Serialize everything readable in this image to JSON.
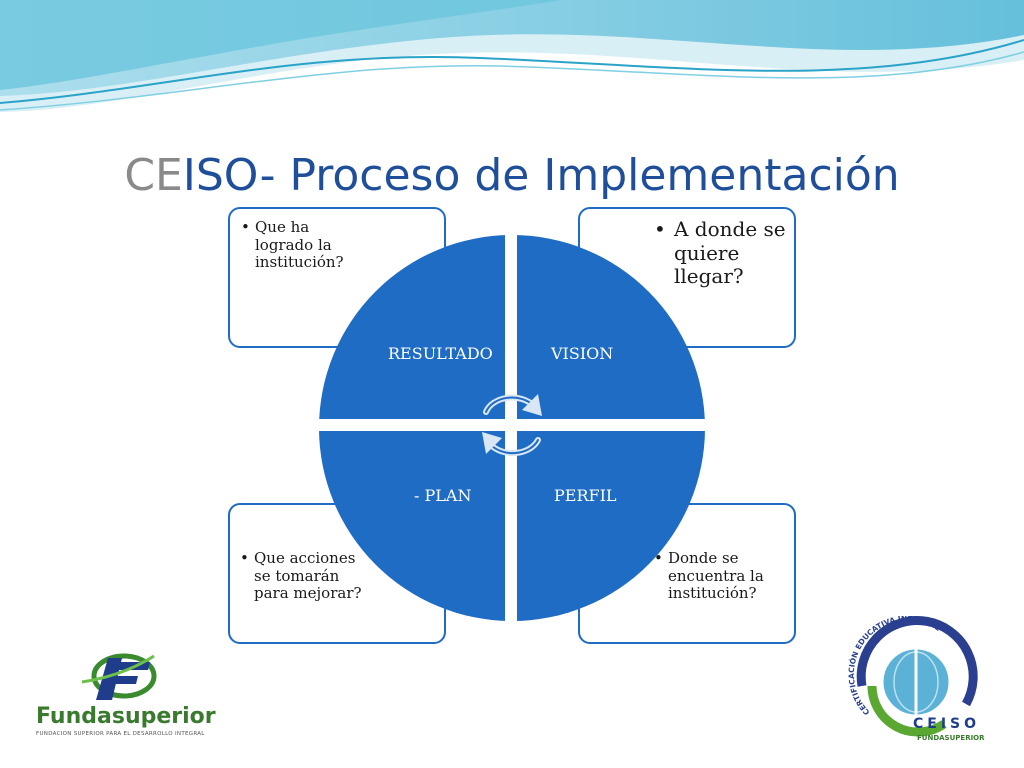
{
  "title": {
    "prefix": "CE",
    "rest": "ISO- Proceso de Implementación"
  },
  "quadrants": {
    "top_left": "RESULTADO",
    "top_right": "VISION",
    "bottom_left": "- PLAN",
    "bottom_right": "PERFIL"
  },
  "boxes": {
    "top_left": {
      "bullet": "•",
      "lines": [
        "Que ha",
        "logrado la",
        "institución?"
      ]
    },
    "top_right": {
      "bullet": "•",
      "lines": [
        "A donde se",
        "quiere",
        "llegar?"
      ]
    },
    "bottom_left": {
      "bullet": "•",
      "lines": [
        "Que acciones",
        "se tomarán",
        "para mejorar?"
      ]
    },
    "bottom_right": {
      "bullet": "•",
      "lines": [
        "Donde se",
        "encuentra la",
        "institución?"
      ]
    }
  },
  "logos": {
    "left_name": "Fundasuperior",
    "left_tagline": "FUNDACION SUPERIOR PARA EL DESARROLLO INTEGRAL",
    "right_name": "CEISO",
    "right_sub": "FUNDASUPERIOR",
    "right_arc_text": "CERTIFICACIÓN EDUCATIVA INTEGRAL"
  },
  "colors": {
    "circle_fill": "#1f6cc5",
    "box_border": "#1f6cc5",
    "title": "#1f4e9a",
    "title_prefix": "#8a8a8a",
    "wave": "#5bc0d8"
  }
}
